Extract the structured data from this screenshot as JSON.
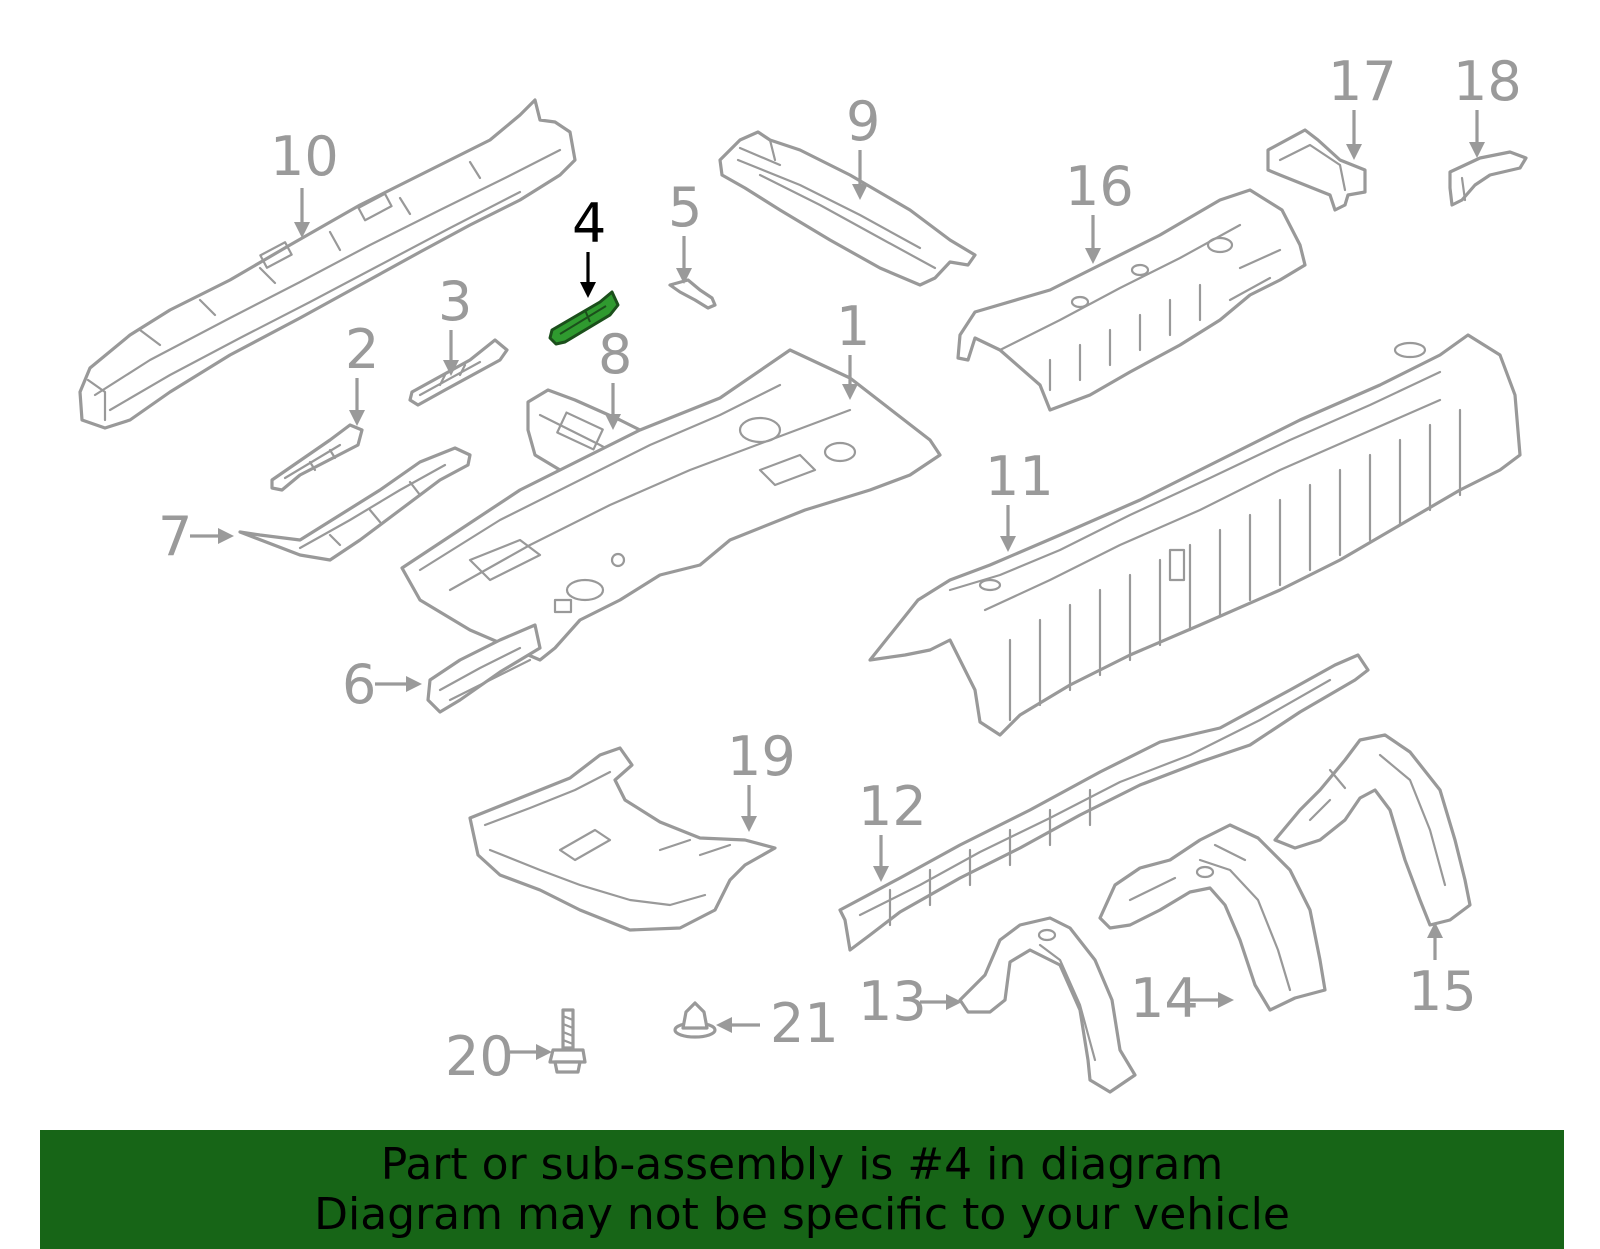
{
  "diagram": {
    "highlighted_part": "4",
    "highlight_color": "#2f9a2f",
    "part_labels": [
      "1",
      "2",
      "3",
      "4",
      "5",
      "6",
      "7",
      "8",
      "9",
      "10",
      "11",
      "12",
      "13",
      "14",
      "15",
      "16",
      "17",
      "18",
      "19",
      "20",
      "21"
    ]
  },
  "banner": {
    "line1": "Part or sub-assembly is #4 in diagram",
    "line2": "Diagram may not be specific to your vehicle",
    "background": "#176517"
  }
}
